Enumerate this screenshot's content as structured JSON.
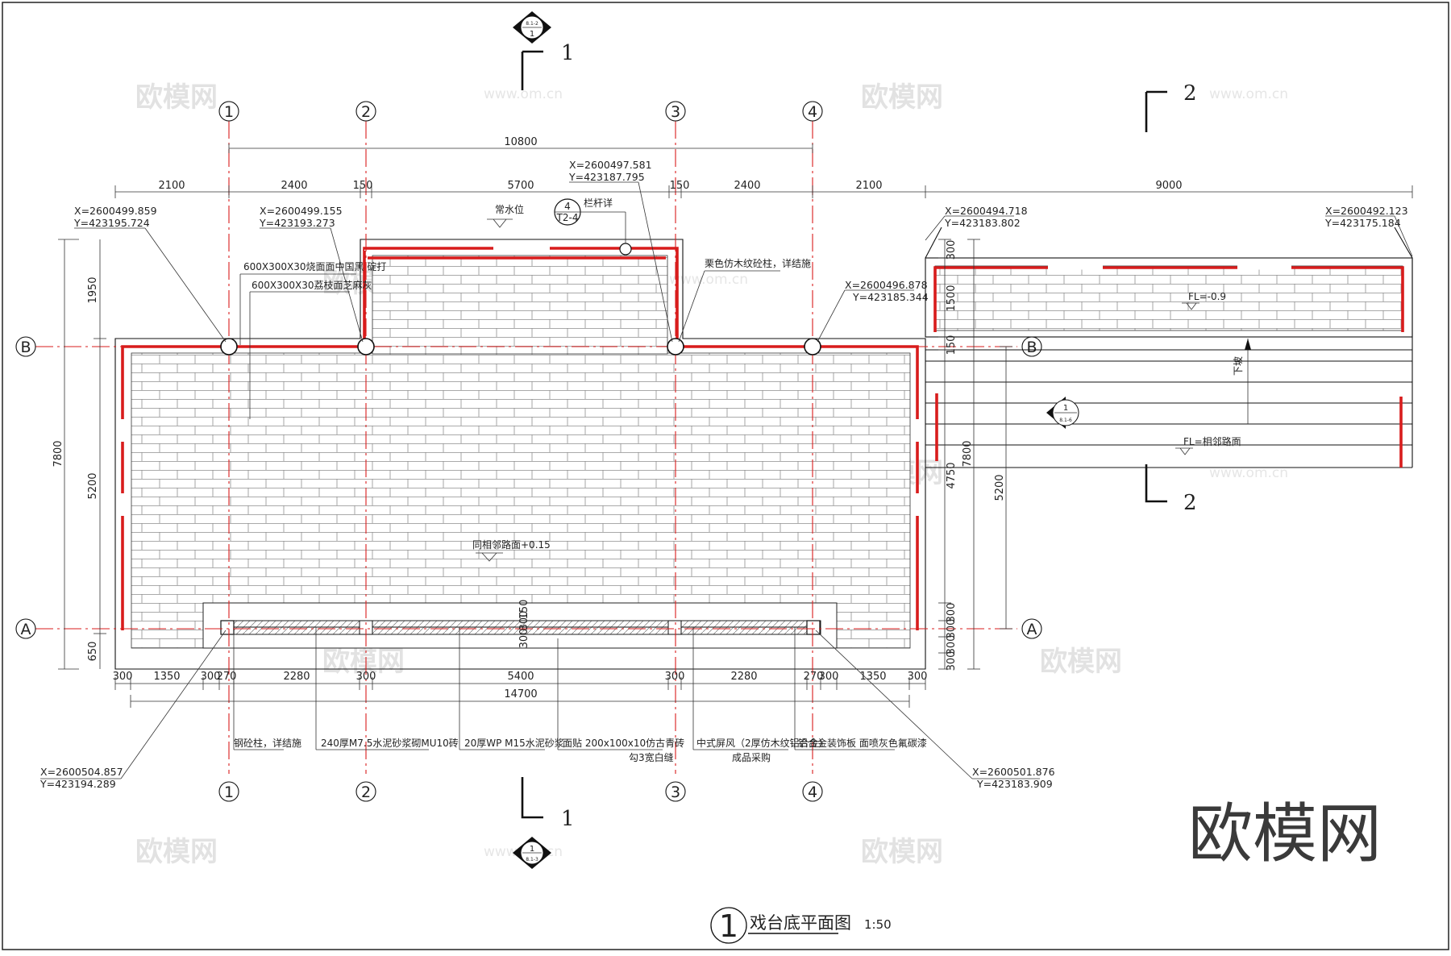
{
  "drawing": {
    "title": "戏台底平面图",
    "title_number": "1",
    "scale": "1:50",
    "logo": "欧模网",
    "watermark_text": "欧模网",
    "watermark_url": "www.om.cn"
  },
  "axes": {
    "vertical": [
      "1",
      "2",
      "3",
      "4"
    ],
    "horizontal": [
      "B",
      "A"
    ]
  },
  "dimensions": {
    "top_total": "10800",
    "top_parts": [
      "2100",
      "2400",
      "150",
      "5700",
      "150",
      "2400",
      "2100"
    ],
    "right_span": "9000",
    "bottom_total": "14700",
    "bottom_parts": [
      "300",
      "1350",
      "300",
      "270",
      "2280",
      "300",
      "5400",
      "300",
      "2280",
      "270",
      "300",
      "1350",
      "300"
    ],
    "left_total": "7800",
    "left_parts": [
      "1950",
      "5200",
      "650"
    ],
    "right_total": "7800",
    "right_parts": [
      "300",
      "1500",
      "150",
      "4750",
      "300",
      "300",
      "300",
      "300"
    ],
    "right_small": "5200",
    "inner_small": [
      "300",
      "150",
      "300"
    ]
  },
  "coordinates": [
    {
      "x": "X=2600499.859",
      "y": "Y=423195.724"
    },
    {
      "x": "X=2600499.155",
      "y": "Y=423193.273"
    },
    {
      "x": "X=2600497.581",
      "y": "Y=423187.795"
    },
    {
      "x": "X=2600496.878",
      "y": "Y=423185.344"
    },
    {
      "x": "X=2600494.718",
      "y": "Y=423183.802"
    },
    {
      "x": "X=2600492.123",
      "y": "Y=423175.184"
    },
    {
      "x": "X=2600504.857",
      "y": "Y=423194.289"
    },
    {
      "x": "X=2600501.876",
      "y": "Y=423183.909"
    }
  ],
  "notes": {
    "tile1": "600X300X30烧面面中国黑  碇打",
    "tile2": "600X300X30荔枝面芝麻灰",
    "water_level": "常水位",
    "railing": "栏杆详",
    "railing_ref_top": "4",
    "railing_ref_bottom": "T2-4",
    "column": "栗色仿木纹砼柱，详结施",
    "fl_right": "FL=-0.9",
    "slope": "下坡",
    "fl_ground": "FL=相邻路面",
    "stage_level": "同相邻路面+0.15",
    "callout_steel": "钢砼柱，详结施",
    "callout_wall": "240厚M7.5水泥砂浆砌MU10砖",
    "callout_mortar": "20厚WP  M15水泥砂浆",
    "callout_tile_a": "面贴  200x100x10仿古青砖",
    "callout_tile_b": "勾3宽白缝",
    "callout_screen_a": "中式屏风（2厚仿木纹铝合金）",
    "callout_screen_b": "成品采购",
    "callout_panel": "铝合金装饰板  面喷灰色氟碳漆"
  },
  "sections": {
    "s1": "1",
    "s2": "2"
  },
  "symbols": {
    "top_ref_num": "1",
    "top_ref_sheet": "8.1-2",
    "bottom_ref_num": "1",
    "bottom_ref_sheet": "8.1-3",
    "side_ref_num": "1",
    "side_ref_sheet": "8.1-6"
  }
}
